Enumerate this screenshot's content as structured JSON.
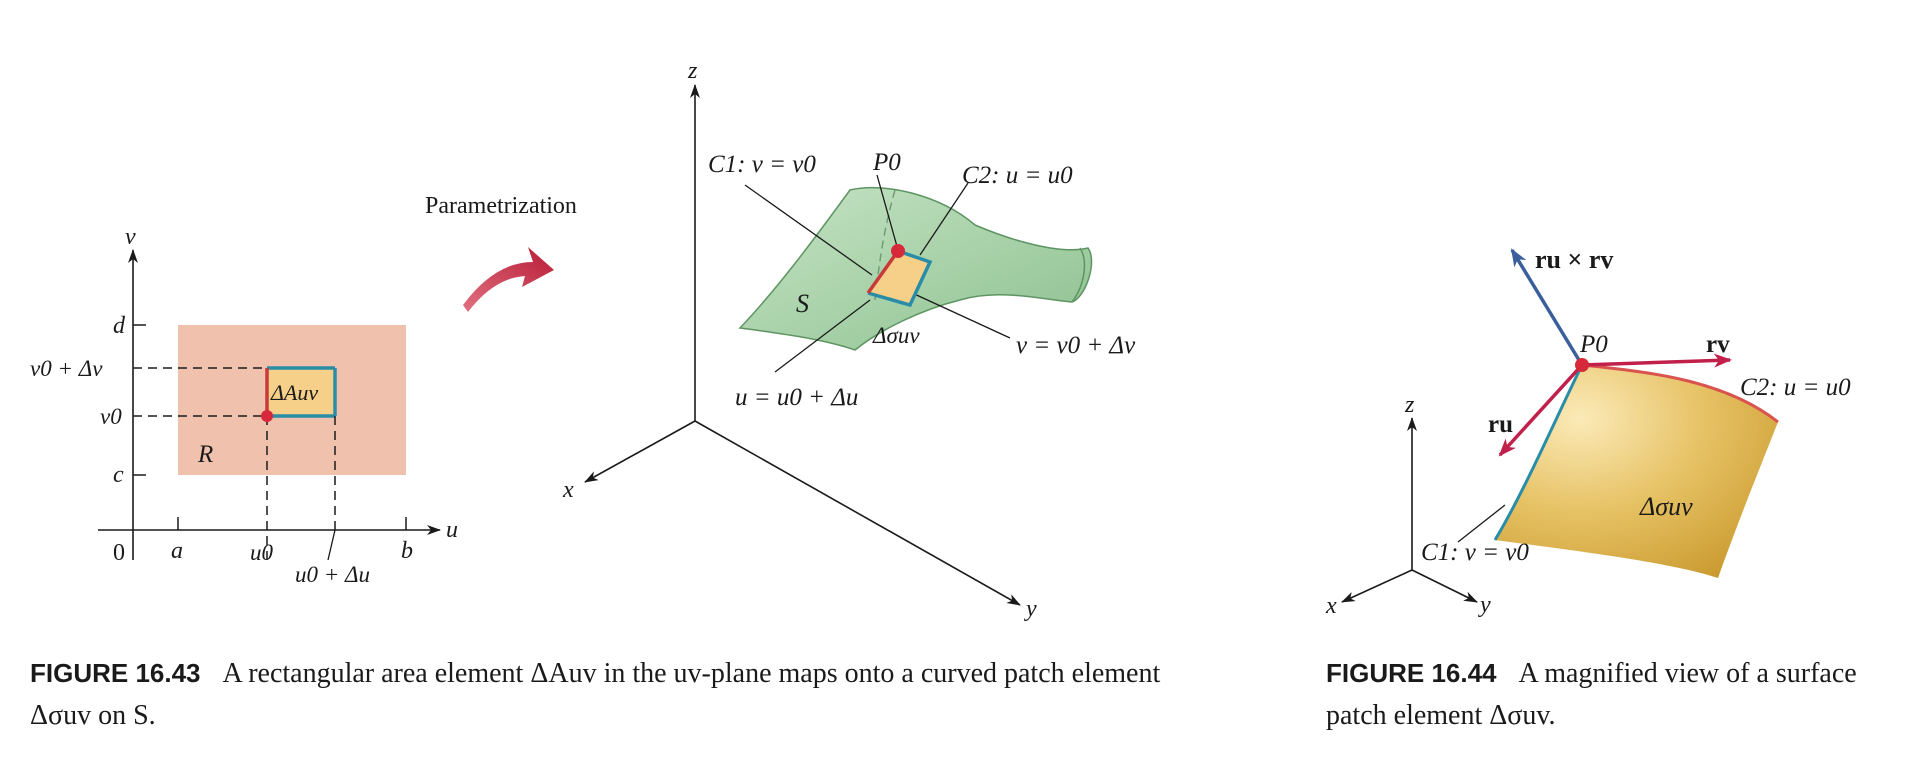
{
  "figure_43": {
    "uv_plane": {
      "axis_v": "v",
      "axis_u": "u",
      "origin": "0",
      "tick_a": "a",
      "tick_b": "b",
      "tick_c": "c",
      "tick_d": "d",
      "tick_u0": "u0",
      "tick_u0_du": "u0 + Δu",
      "tick_v0": "v0",
      "tick_v0_dv": "v0 + Δv",
      "region_label": "R",
      "patch_label": "ΔAuv",
      "region_color": "#f0c2ad",
      "patch_fill": "#f6d089",
      "patch_edge_teal": "#2a8da8",
      "patch_edge_red": "#c83a3a",
      "point_color": "#d62a3a"
    },
    "arrow_label": "Parametrization",
    "arrow_color": "#c82a40",
    "surface": {
      "axis_x": "x",
      "axis_y": "y",
      "axis_z": "z",
      "surface_label": "S",
      "surface_color": "#a9d2aa",
      "curve_c1": "C1: v = v0",
      "point_p0": "P0",
      "curve_c2": "C2: u = u0",
      "line_v": "v = v0 + Δv",
      "line_u": "u = u0 + Δu",
      "patch_label": "Δσuv"
    },
    "caption": {
      "label": "FIGURE 16.43",
      "text": "A rectangular area element ΔAuv in the uv-plane maps onto a curved patch element Δσuv on S."
    }
  },
  "figure_44": {
    "vector_normal": "ru × rv",
    "vector_rv": "rv",
    "vector_ru": "ru",
    "point_p0": "P0",
    "curve_c2": "C2: u = u0",
    "curve_c1": "C1: v = v0",
    "patch_label": "Δσuv",
    "axis_x": "x",
    "axis_y": "y",
    "axis_z": "z",
    "patch_color": "#e2bb5a",
    "normal_color": "#3b5f9c",
    "tangent_color": "#c0204a",
    "caption": {
      "label": "FIGURE 16.44",
      "text": "A magnified view of a surface patch element Δσuv."
    }
  }
}
